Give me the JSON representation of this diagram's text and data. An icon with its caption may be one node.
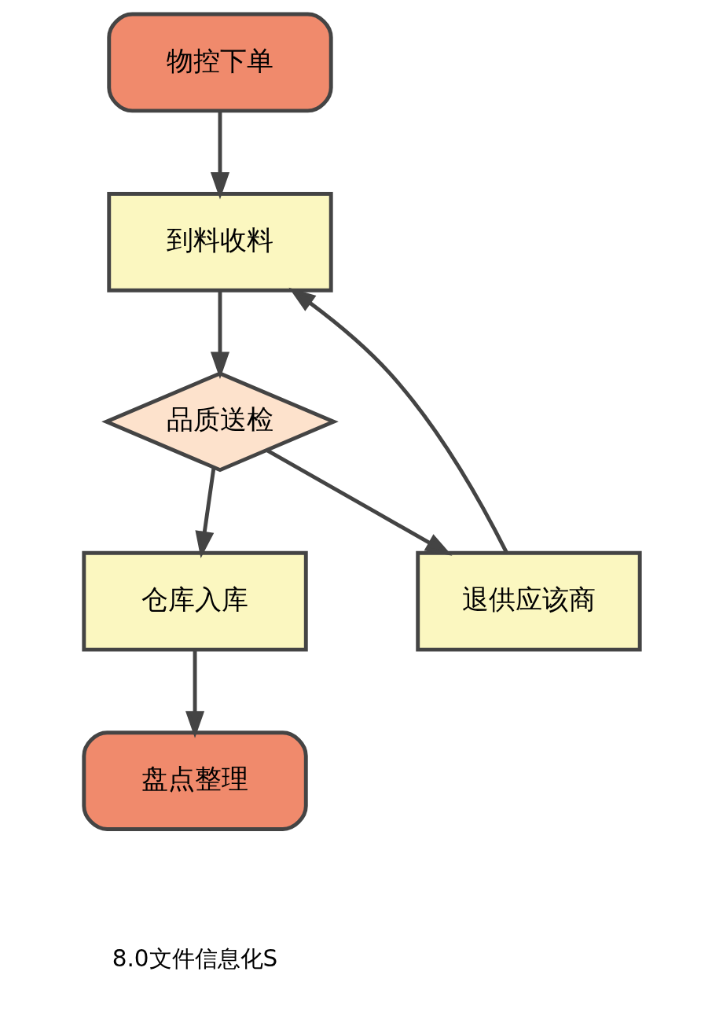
{
  "diagram": {
    "nodes": [
      {
        "text": [
          "物控下单"
        ]
      },
      {
        "text": [
          "到料收料"
        ]
      },
      {
        "text": [
          "品质送检"
        ]
      },
      {
        "text": [
          "仓库入库"
        ]
      },
      {
        "text": [
          "退供应该商"
        ]
      },
      {
        "text": [
          "盘点整理"
        ]
      }
    ],
    "edges": [
      {
        "from": 0,
        "to": 1,
        "arrow": "to"
      },
      {
        "from": 1,
        "to": 2,
        "arrow": "to"
      },
      {
        "from": 2,
        "to": 3,
        "arrow": "to"
      },
      {
        "from": 2,
        "to": 4,
        "arrow": "to"
      },
      {
        "from": 4,
        "to": 1,
        "arrow": "to"
      },
      {
        "from": 3,
        "to": 5,
        "arrow": "to"
      }
    ],
    "labels": [
      "8.0文件信息化S"
    ]
  }
}
